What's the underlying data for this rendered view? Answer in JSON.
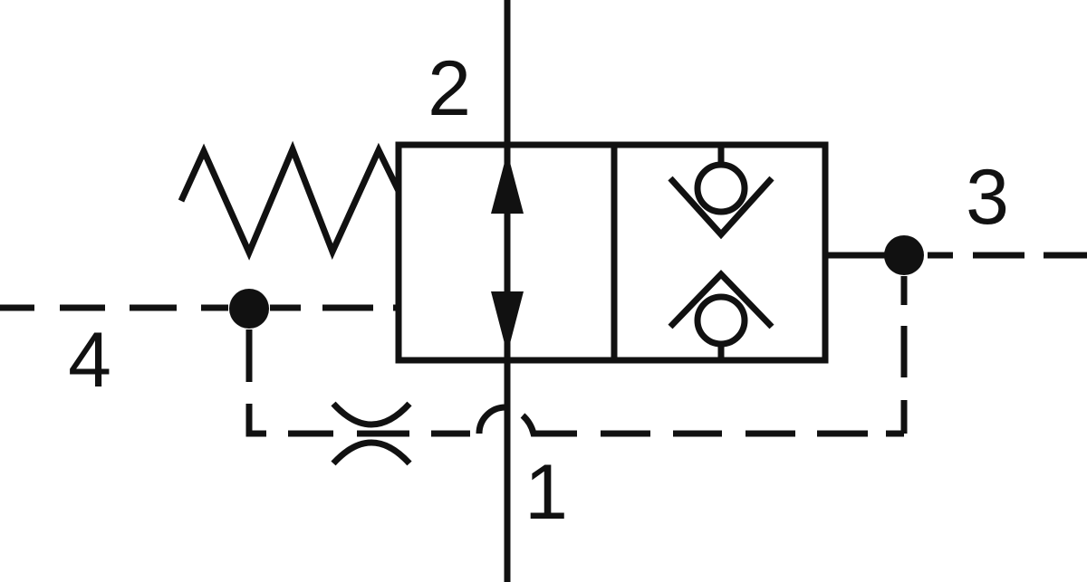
{
  "diagram": {
    "kind": "hydraulic-valve-schematic",
    "colors": {
      "line": "#111111",
      "background": "#ffffff"
    },
    "ports": {
      "p1": {
        "label": "1"
      },
      "p2": {
        "label": "2"
      },
      "p3": {
        "label": "3"
      },
      "p4": {
        "label": "4"
      }
    }
  }
}
